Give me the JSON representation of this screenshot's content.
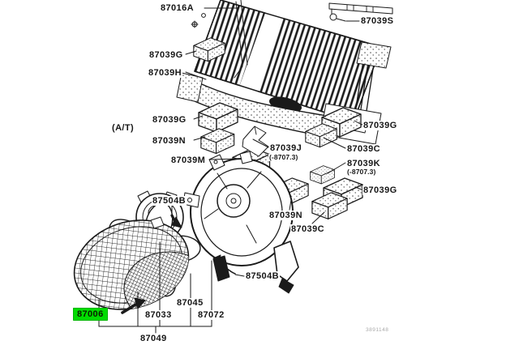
{
  "doc": {
    "kind": "parts-diagram",
    "footnote": "3891148"
  },
  "colors": {
    "ink": "#1a1a1a",
    "highlight_green": "#00dc00",
    "background": "#ffffff"
  },
  "labels": [
    {
      "id": "condenser-bracket-top",
      "text": "87016A"
    },
    {
      "id": "condenser-strap",
      "text": "87039S"
    },
    {
      "id": "mount-g-upper-left",
      "text": "87039G"
    },
    {
      "id": "crossmember",
      "text": "87039H"
    },
    {
      "id": "transmission-note",
      "text": "(A/T)"
    },
    {
      "id": "mount-g-left",
      "text": "87039G"
    },
    {
      "id": "mount-n-left",
      "text": "87039N"
    },
    {
      "id": "mount-m",
      "text": "87039M"
    },
    {
      "id": "bracket-j",
      "text": "87039J"
    },
    {
      "id": "bracket-j-date",
      "text": "(-8707.3)"
    },
    {
      "id": "mount-g-right-top",
      "text": "87039G"
    },
    {
      "id": "mount-c-right",
      "text": "87039C"
    },
    {
      "id": "bracket-k",
      "text": "87039K"
    },
    {
      "id": "bracket-k-date",
      "text": "(-8707.3)"
    },
    {
      "id": "mount-g-right-bottom",
      "text": "87039G"
    },
    {
      "id": "bolt-upper",
      "text": "87504B"
    },
    {
      "id": "mount-n-lower",
      "text": "87039N"
    },
    {
      "id": "mount-c-lower",
      "text": "87039C"
    },
    {
      "id": "bolt-lower",
      "text": "87504B"
    },
    {
      "id": "fan-guard-selected",
      "text": "87006"
    },
    {
      "id": "fan-blade",
      "text": "87033"
    },
    {
      "id": "fan-motor",
      "text": "87045"
    },
    {
      "id": "fan-shroud",
      "text": "87072"
    },
    {
      "id": "fan-assembly",
      "text": "87049"
    }
  ]
}
